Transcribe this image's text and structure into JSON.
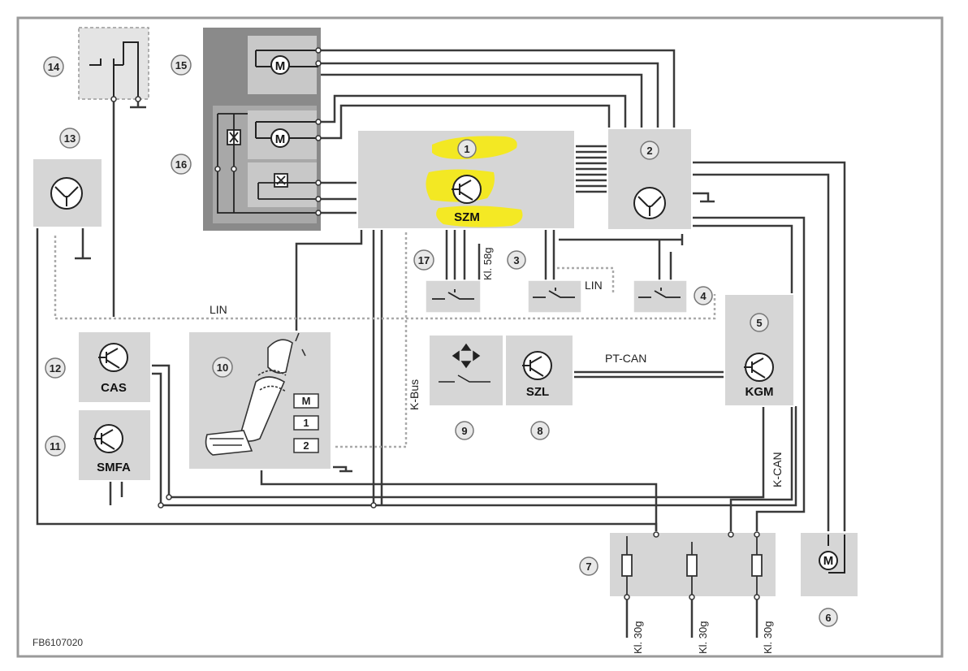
{
  "diagram": {
    "figure_id": "FB6107020",
    "components": [
      {
        "number": "1",
        "label": "SZM"
      },
      {
        "number": "2",
        "label": ""
      },
      {
        "number": "3",
        "label": ""
      },
      {
        "number": "4",
        "label": ""
      },
      {
        "number": "5",
        "label": "KGM"
      },
      {
        "number": "6",
        "label": ""
      },
      {
        "number": "7",
        "label": ""
      },
      {
        "number": "8",
        "label": "SZL"
      },
      {
        "number": "9",
        "label": ""
      },
      {
        "number": "10",
        "label": ""
      },
      {
        "number": "11",
        "label": "SMFA"
      },
      {
        "number": "12",
        "label": "CAS"
      },
      {
        "number": "13",
        "label": ""
      },
      {
        "number": "14",
        "label": ""
      },
      {
        "number": "15",
        "label": ""
      },
      {
        "number": "16",
        "label": ""
      },
      {
        "number": "17",
        "label": ""
      }
    ],
    "bus_labels": {
      "lin_main": "LIN",
      "lin_small": "LIN",
      "pt_can": "PT-CAN",
      "k_can": "K-CAN",
      "k_bus": "K-Bus"
    },
    "pin_labels": {
      "kl58g": "Kl. 58g",
      "kl30g_1": "Kl. 30g",
      "kl30g_2": "Kl. 30g",
      "kl30g_3": "Kl. 30g"
    },
    "seat_buttons": [
      "M",
      "1",
      "2"
    ],
    "motor_symbol": "M",
    "colors": {
      "highlight": "#f5ea1a",
      "module_fill": "#d6d6d6",
      "dark_fill": "#8a8a8a",
      "wire": "#3a3a3a",
      "frame": "#9a9a9a"
    }
  }
}
